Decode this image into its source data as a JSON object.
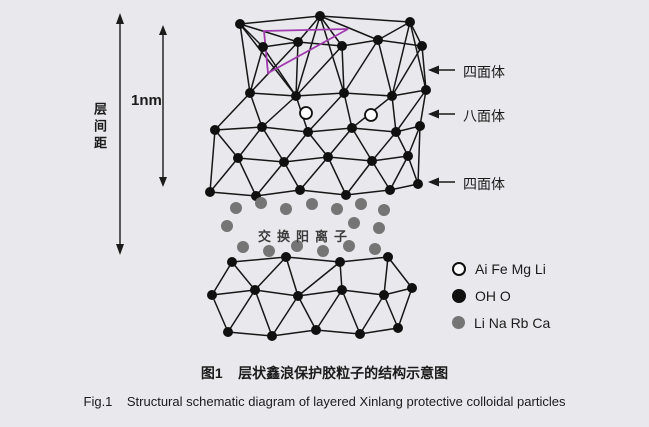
{
  "colors": {
    "background": "#e9e9ed",
    "node_black": "#101010",
    "cation_gray": "#757575",
    "highlight_purple": "#a23bb0"
  },
  "annotations": {
    "layer_spacing": "层间距",
    "thickness": "1nm",
    "tetrahedron_top": "四面体",
    "octahedron": "八面体",
    "tetrahedron_bottom": "四面体",
    "exchange_cations": "交换阳离子"
  },
  "legend": {
    "items": [
      {
        "symbol": "open-circle",
        "label": "Ai Fe Mg Li"
      },
      {
        "symbol": "filled-circle",
        "label": "OH O"
      },
      {
        "symbol": "gray-circle",
        "label": "Li Na Rb Ca"
      }
    ]
  },
  "caption": {
    "zh": "图1    层状鑫浪保护胶粒子的结构示意图",
    "en": "Fig.1    Structural schematic diagram of layered Xinlang protective colloidal particles"
  }
}
